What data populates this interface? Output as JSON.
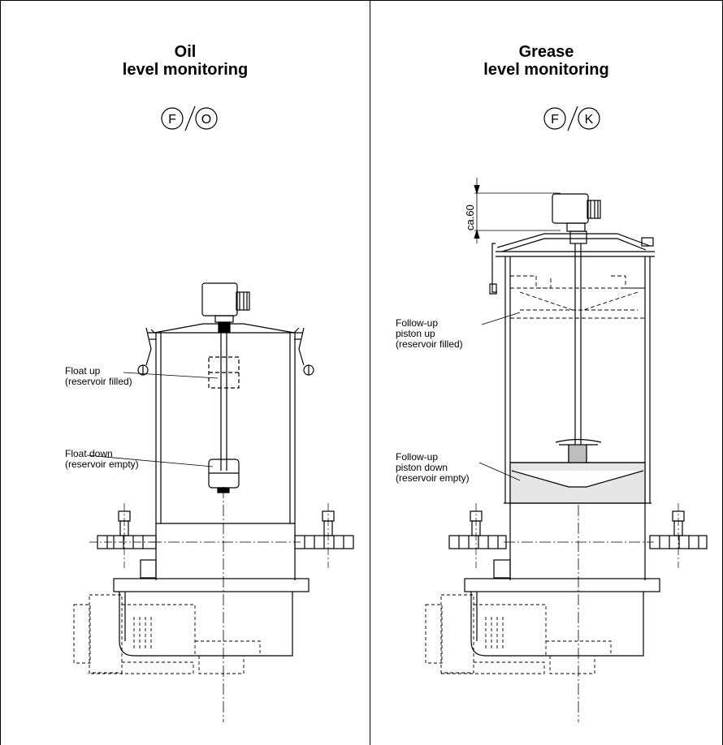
{
  "oil": {
    "title_line1": "Oil",
    "title_line2": "level monitoring",
    "code_left": "F",
    "code_right": "O",
    "label_float_up": [
      "Float up",
      "(reservoir filled)"
    ],
    "label_float_down": [
      "Float down",
      "(reservoir empty)"
    ]
  },
  "grease": {
    "title_line1": "Grease",
    "title_line2": "level monitoring",
    "code_left": "F",
    "code_right": "K",
    "dimension": "ca.60",
    "label_piston_up": [
      "Follow-up",
      "piston up",
      "(reservoir filled)"
    ],
    "label_piston_down": [
      "Follow-up",
      "piston down",
      "(reservoir empty)"
    ]
  }
}
